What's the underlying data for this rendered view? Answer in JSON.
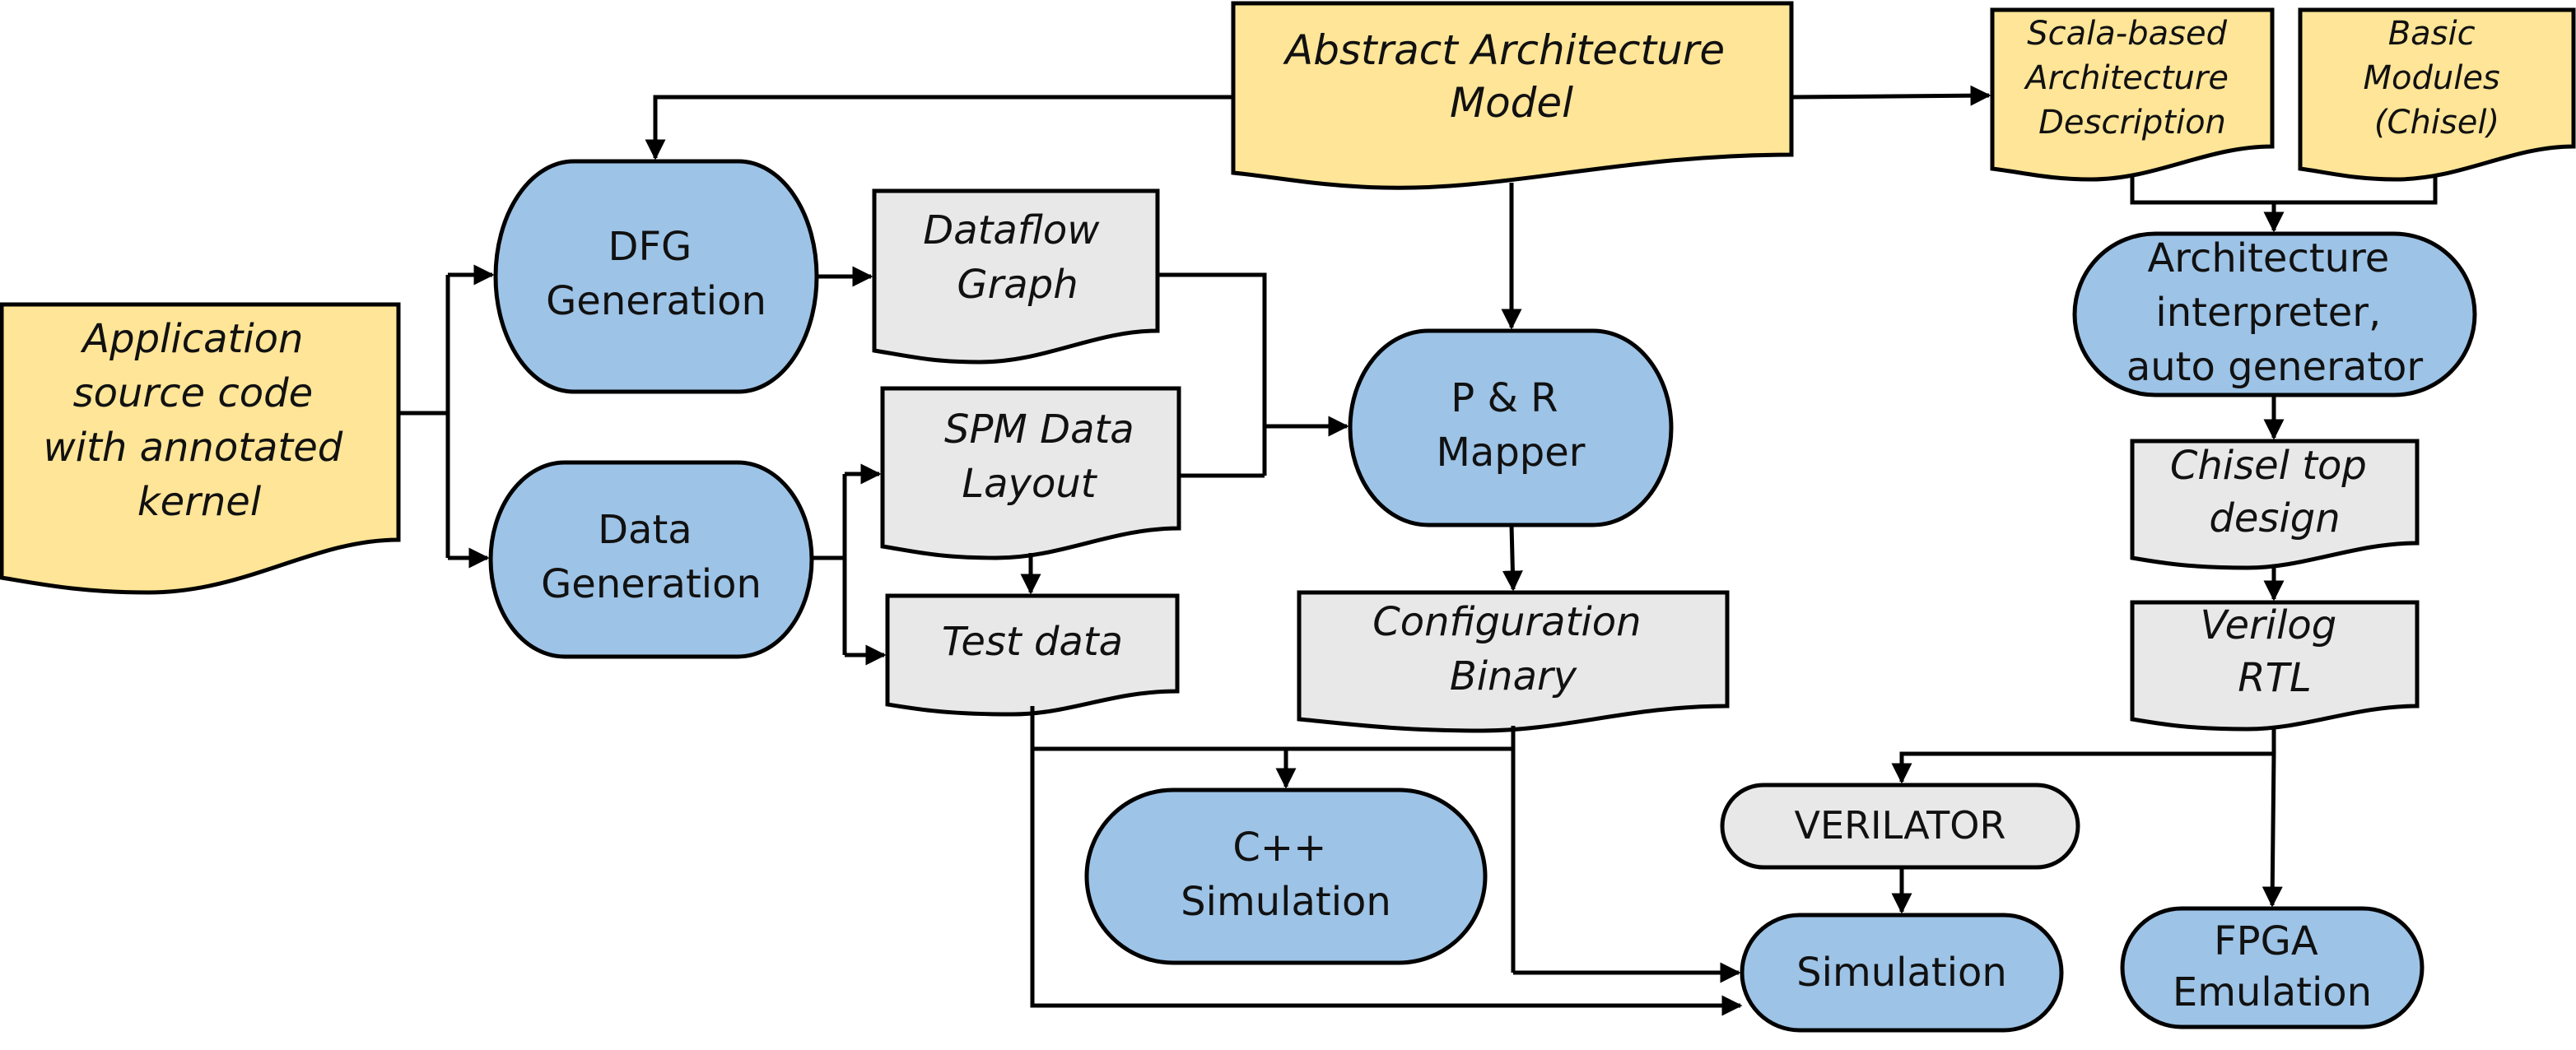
{
  "colors": {
    "document_yellow": "#FFE597",
    "document_gray": "#E8E8E8",
    "process_blue": "#9DC3E6",
    "terminal_gray": "#E8E8E8",
    "stroke": "#000000"
  },
  "nodes": {
    "abstract_model": {
      "lines": [
        "Abstract Architecture",
        "Model"
      ]
    },
    "scala_desc": {
      "lines": [
        "Scala-based",
        "Architecture",
        "Description"
      ]
    },
    "basic_modules": {
      "lines": [
        "Basic",
        "Modules",
        "(Chisel)"
      ]
    },
    "app_source": {
      "lines": [
        "Application",
        "source code",
        "with annotated",
        "kernel"
      ]
    },
    "dfg_gen": {
      "lines": [
        "DFG",
        "Generation"
      ]
    },
    "data_gen": {
      "lines": [
        "Data",
        "Generation"
      ]
    },
    "dataflow_graph": {
      "lines": [
        "Dataflow",
        "Graph"
      ]
    },
    "spm_layout": {
      "lines": [
        "SPM Data",
        "Layout"
      ]
    },
    "test_data": {
      "lines": [
        "Test data"
      ]
    },
    "pr_mapper": {
      "lines": [
        "P & R",
        "Mapper"
      ]
    },
    "config_binary": {
      "lines": [
        "Configuration",
        "Binary"
      ]
    },
    "cpp_sim": {
      "lines": [
        "C++",
        "Simulation"
      ]
    },
    "arch_interp": {
      "lines": [
        "Architecture",
        "interpreter,",
        "auto generator"
      ]
    },
    "chisel_top": {
      "lines": [
        "Chisel top",
        "design"
      ]
    },
    "verilog_rtl": {
      "lines": [
        "Verilog",
        "RTL"
      ]
    },
    "verilator": {
      "lines": [
        "VERILATOR"
      ]
    },
    "simulation": {
      "lines": [
        "Simulation"
      ]
    },
    "fpga_emu": {
      "lines": [
        "FPGA",
        "Emulation"
      ]
    }
  }
}
